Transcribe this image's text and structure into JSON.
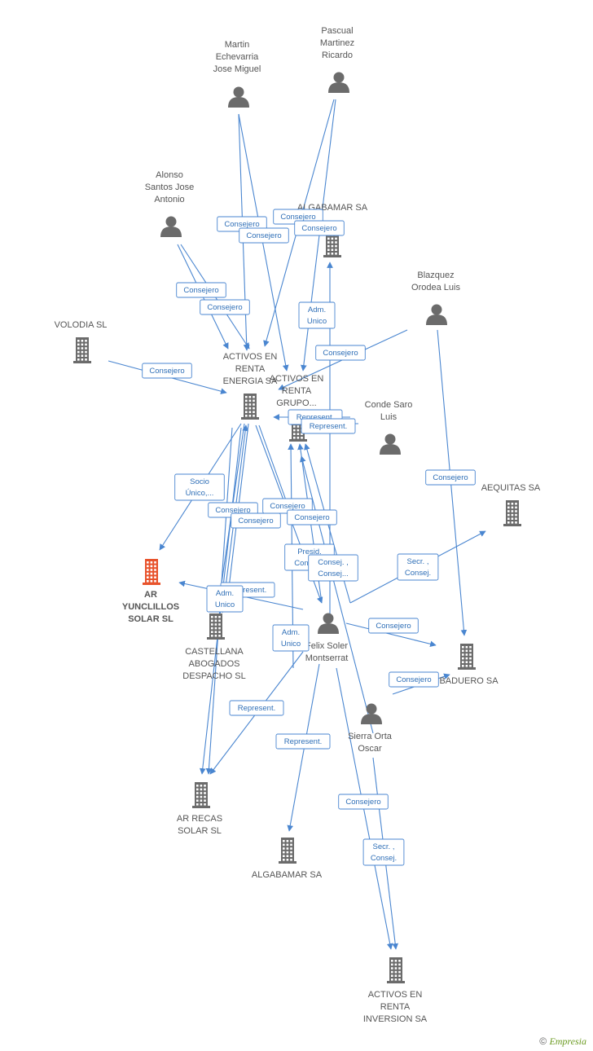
{
  "colors": {
    "edge": "#4a86d0",
    "icon": "#6b6b6b",
    "focus": "#e8532c",
    "label_text": "#2f6fb7"
  },
  "nodes": [
    {
      "id": "martin",
      "kind": "person",
      "label": [
        "Martin",
        "Echevarria",
        "Jose Miguel"
      ]
    },
    {
      "id": "pascual",
      "kind": "person",
      "label": [
        "Pascual",
        "Martinez",
        "Ricardo"
      ]
    },
    {
      "id": "alonso",
      "kind": "person",
      "label": [
        "Alonso",
        "Santos Jose",
        "Antonio"
      ]
    },
    {
      "id": "algabamar_top",
      "kind": "company",
      "label": [
        "ALGABAMAR SA"
      ]
    },
    {
      "id": "blazquez",
      "kind": "person",
      "label": [
        "Blazquez",
        "Orodea Luis"
      ]
    },
    {
      "id": "volodia",
      "kind": "company",
      "label": [
        "VOLODIA  SL"
      ]
    },
    {
      "id": "are_energia",
      "kind": "company",
      "label": [
        "ACTIVOS EN",
        "RENTA",
        "ENERGIA SA"
      ]
    },
    {
      "id": "are_grupo",
      "kind": "company",
      "label": [
        "ACTIVOS EN",
        "RENTA",
        "GRUPO..."
      ]
    },
    {
      "id": "conde",
      "kind": "person",
      "label": [
        "Conde Saro",
        "Luis"
      ]
    },
    {
      "id": "aequitas",
      "kind": "company",
      "label": [
        "AEQUITAS SA"
      ]
    },
    {
      "id": "ar_yunclillos",
      "kind": "focus",
      "label": [
        "AR",
        "YUNCLILLOS",
        "SOLAR SL"
      ]
    },
    {
      "id": "castellana",
      "kind": "company",
      "label": [
        "CASTELLANA",
        "ABOGADOS",
        "DESPACHO SL"
      ]
    },
    {
      "id": "felix",
      "kind": "person",
      "label": [
        "Felix Soler",
        "Montserrat"
      ]
    },
    {
      "id": "ibaduero",
      "kind": "company",
      "label": [
        "IBADUERO SA"
      ]
    },
    {
      "id": "sierra",
      "kind": "person",
      "label": [
        "Sierra Orta",
        "Oscar"
      ]
    },
    {
      "id": "ar_recas",
      "kind": "company",
      "label": [
        "AR RECAS",
        "SOLAR SL"
      ]
    },
    {
      "id": "algabamar_bottom",
      "kind": "company",
      "label": [
        "ALGABAMAR SA"
      ]
    },
    {
      "id": "are_inversion",
      "kind": "company",
      "label": [
        "ACTIVOS EN",
        "RENTA",
        "INVERSION SA"
      ]
    }
  ],
  "edge_labels": [
    {
      "id": "e1",
      "lines": [
        "Consejero"
      ]
    },
    {
      "id": "e2",
      "lines": [
        "Consejero"
      ]
    },
    {
      "id": "e3",
      "lines": [
        "Consejero"
      ]
    },
    {
      "id": "e4",
      "lines": [
        "Consejero"
      ]
    },
    {
      "id": "e5",
      "lines": [
        "Consejero"
      ]
    },
    {
      "id": "e6",
      "lines": [
        "Consejero"
      ]
    },
    {
      "id": "e7",
      "lines": [
        "Adm.",
        "Unico"
      ]
    },
    {
      "id": "e8",
      "lines": [
        "Consejero"
      ]
    },
    {
      "id": "e9",
      "lines": [
        "Consejero"
      ]
    },
    {
      "id": "e10",
      "lines": [
        "Represent."
      ]
    },
    {
      "id": "e11",
      "lines": [
        "Represent."
      ]
    },
    {
      "id": "e12",
      "lines": [
        "Consejero"
      ]
    },
    {
      "id": "e13",
      "lines": [
        "Socio",
        "Único,..."
      ]
    },
    {
      "id": "e14",
      "lines": [
        "Consejero"
      ]
    },
    {
      "id": "e15",
      "lines": [
        "Consejero"
      ]
    },
    {
      "id": "e16",
      "lines": [
        "Consejero"
      ]
    },
    {
      "id": "e17",
      "lines": [
        "Consejero"
      ]
    },
    {
      "id": "e18",
      "lines": [
        "Presid.",
        "Consej..."
      ]
    },
    {
      "id": "e19",
      "lines": [
        "Consej. ,",
        "Consej..."
      ]
    },
    {
      "id": "e20",
      "lines": [
        "Secr. ,",
        "Consej."
      ]
    },
    {
      "id": "e21",
      "lines": [
        "Represent."
      ]
    },
    {
      "id": "e22",
      "lines": [
        "Adm.",
        "Unico"
      ]
    },
    {
      "id": "e23",
      "lines": [
        "Consejero"
      ]
    },
    {
      "id": "e24",
      "lines": [
        "Adm.",
        "Unico"
      ]
    },
    {
      "id": "e25",
      "lines": [
        "Consejero"
      ]
    },
    {
      "id": "e26",
      "lines": [
        "Represent."
      ]
    },
    {
      "id": "e27",
      "lines": [
        "Represent."
      ]
    },
    {
      "id": "e28",
      "lines": [
        "Consejero"
      ]
    },
    {
      "id": "e29",
      "lines": [
        "Secr. ,",
        "Consej."
      ]
    }
  ],
  "footer": {
    "copyright": "©",
    "brand": "Empresia"
  }
}
